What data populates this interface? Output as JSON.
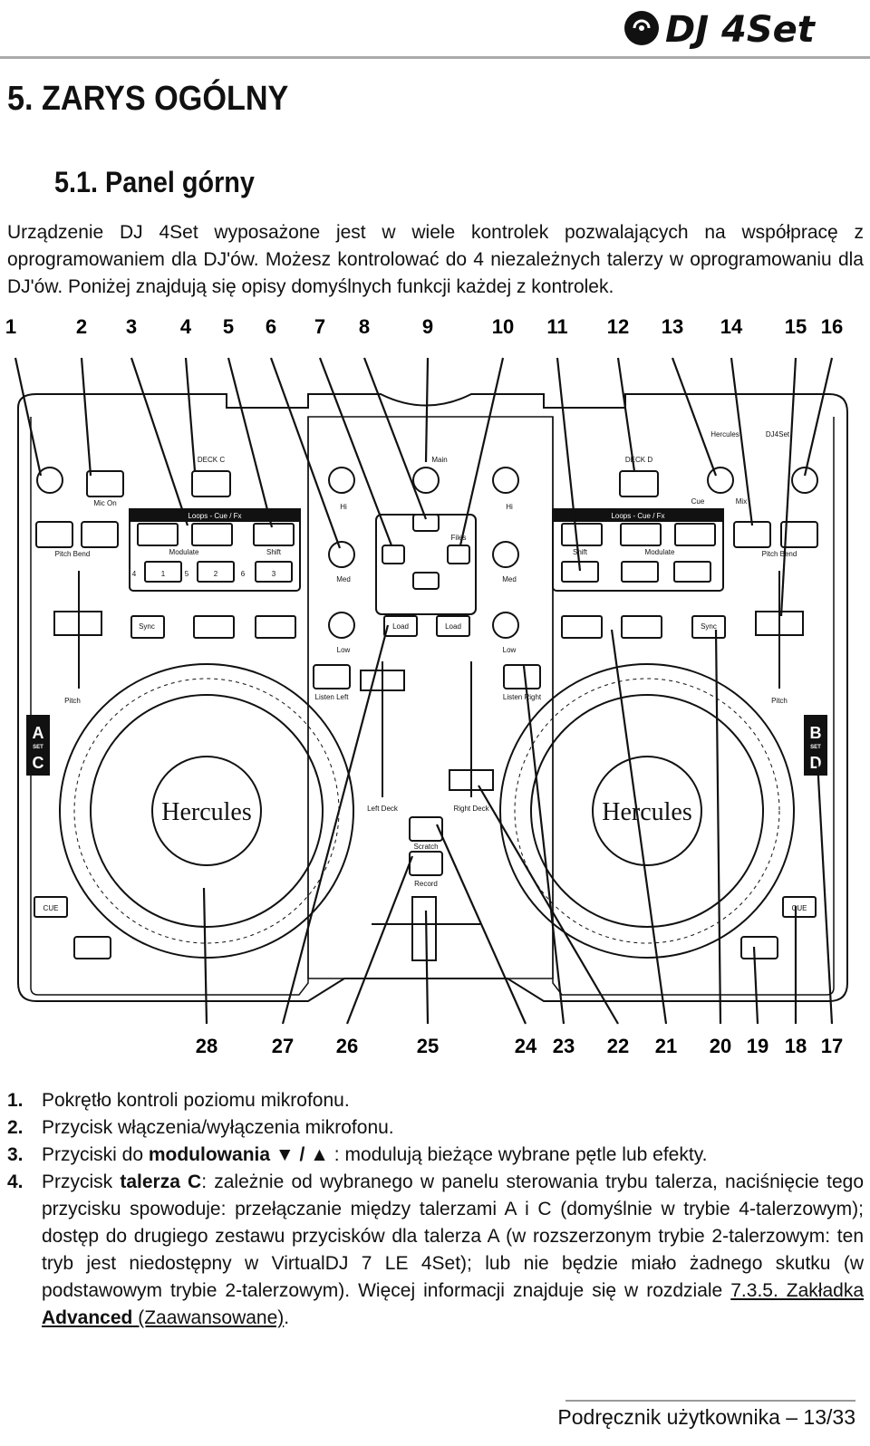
{
  "header": {
    "logo_text": "DJ 4Set"
  },
  "section_title": "5.  ZARYS OGÓLNY",
  "subsection_title": "5.1.  Panel górny",
  "intro": "Urządzenie DJ 4Set wyposażone jest w wiele kontrolek pozwalających na współpracę z oprogramowaniem dla DJ'ów. Możesz kontrolować do 4 niezależnych talerzy w oprogramowaniu dla DJ'ów. Poniżej znajdują się opisy domyślnych funkcji każdej z kontrolek.",
  "diagram": {
    "top_numbers": [
      "1",
      "2",
      "3",
      "4",
      "5",
      "6",
      "7",
      "8",
      "9",
      "10",
      "11",
      "12",
      "13",
      "14",
      "15",
      "16"
    ],
    "bottom_numbers": [
      "28",
      "27",
      "26",
      "25",
      "24",
      "23",
      "22",
      "21",
      "20",
      "19",
      "18",
      "17"
    ],
    "labels": {
      "mic_on": "Mic On",
      "deck_c": "DECK C",
      "deck_d": "DECK D",
      "main": "Main",
      "loops_left": "Loops - Cue / Fx",
      "loops_right": "Loops - Cue / Fx",
      "modulate_left": "Modulate",
      "modulate_right": "Modulate",
      "shift_left": "Shift",
      "shift_right": "Shift",
      "pitch_bend_left": "Pitch Bend",
      "pitch_bend_right": "Pitch Bend",
      "hi_left": "Hi",
      "hi_right": "Hi",
      "med_left": "Med",
      "med_right": "Med",
      "low_left": "Low",
      "low_right": "Low",
      "files": "Files",
      "load_left": "Load",
      "load_right": "Load",
      "sync_left": "Sync",
      "sync_right": "Sync",
      "listen_left": "Listen Left",
      "listen_right": "Listen Right",
      "pitch_left": "Pitch",
      "pitch_right": "Pitch",
      "left_deck": "Left Deck",
      "right_deck": "Right Deck",
      "scratch": "Scratch",
      "record": "Record",
      "cue_left": "CUE",
      "cue_right": "CUE",
      "cue_knob": "Cue",
      "mix_knob": "Mix",
      "brand": "Hercules",
      "brand_top": "Hercules",
      "model_top": "DJ4Set",
      "deck_a": "A",
      "deck_c_side": "C",
      "deck_b": "B",
      "deck_d_side": "D",
      "set": "SET",
      "pad_1": "1",
      "pad_2": "2",
      "pad_3": "3",
      "pad_4": "4",
      "pad_5": "5",
      "pad_6": "6"
    }
  },
  "items": [
    {
      "n": "1.",
      "parts": [
        {
          "t": "Pokrętło kontroli poziomu mikrofonu."
        }
      ]
    },
    {
      "n": "2.",
      "parts": [
        {
          "t": "Przycisk włączenia/wyłączenia mikrofonu."
        }
      ]
    },
    {
      "n": "3.",
      "parts": [
        {
          "t": "Przyciski do "
        },
        {
          "t": "modulowania ▼ / ▲",
          "b": true
        },
        {
          "t": " : modulują bieżące wybrane pętle lub efekty."
        }
      ]
    },
    {
      "n": "4.",
      "parts": [
        {
          "t": "Przycisk "
        },
        {
          "t": "talerza C",
          "b": true
        },
        {
          "t": ": zależnie od wybranego w panelu sterowania trybu talerza, naciśnięcie tego przycisku spowoduje: przełączanie między talerzami A i C (domyślnie w trybie 4-talerzowym); dostęp do drugiego zestawu przycisków dla talerza A (w rozszerzonym trybie 2-talerzowym: ten tryb jest niedostępny w VirtualDJ 7 LE 4Set); lub nie będzie miało żadnego skutku (w podstawowym trybie 2-talerzowym). Więcej informacji znajduje się w rozdziale "
        },
        {
          "t": "7.3.5. Zakładka ",
          "u": true
        },
        {
          "t": "Advanced",
          "u": true,
          "b": true
        },
        {
          "t": " (Zaawansowane)",
          "u": true
        },
        {
          "t": "."
        }
      ]
    }
  ],
  "footer": "Podręcznik użytkownika – 13/33"
}
